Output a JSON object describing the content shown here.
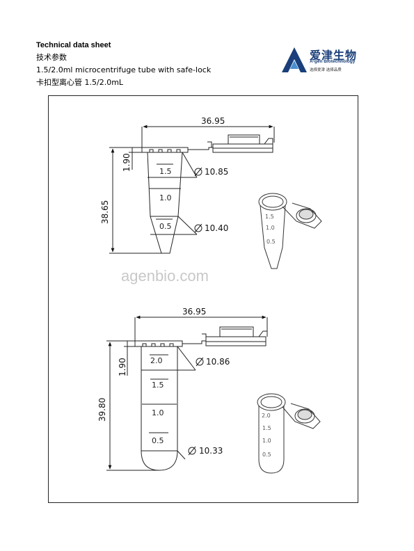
{
  "header": {
    "title": "Technical data sheet",
    "title_cn": "技术参数",
    "product": "1.5/2.0ml microcentrifuge tube with safe-lock",
    "product_cn": "卡扣型离心管 1.5/2.0mL"
  },
  "logo": {
    "name_cn": "爱津生物",
    "name_en": "A-gen Biotechnology",
    "slogan_cn": "选择爱津   选择品质",
    "color": "#1a3f7a"
  },
  "watermark": "agenbio.com",
  "drawings": {
    "tube_15": {
      "width": "36.95",
      "lid_height": "1.90",
      "height": "38.65",
      "dia_top": "10.85",
      "dia_bottom": "10.40",
      "grad_top": "1.5",
      "grad_mid": "1.0",
      "grad_low": "0.5"
    },
    "tube_20": {
      "width": "36.95",
      "lid_height": "1.90",
      "height": "39.80",
      "dia_top": "10.86",
      "dia_bottom": "10.33",
      "grad_top": "2.0",
      "grad_2": "1.5",
      "grad_3": "1.0",
      "grad_4": "0.5"
    }
  }
}
